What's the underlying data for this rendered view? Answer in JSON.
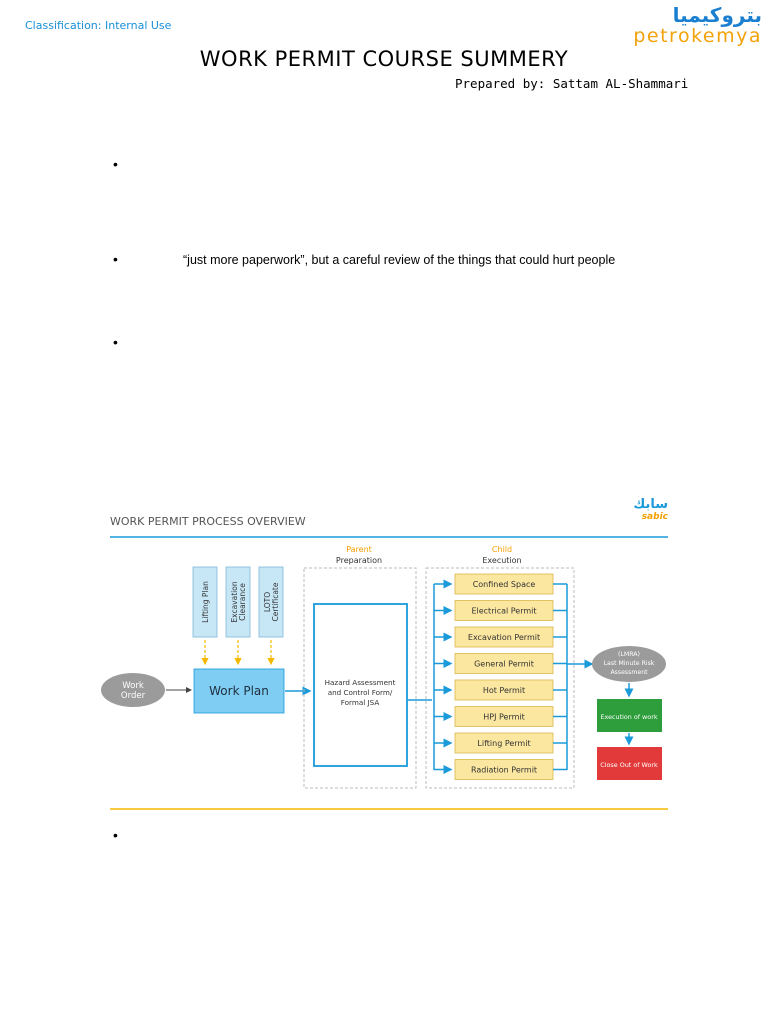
{
  "header": {
    "classification": "Classification: Internal Use",
    "logo_arabic": "بتروكيميا",
    "logo_latin": "petrokemya"
  },
  "document": {
    "title": "WORK PERMIT COURSE SUMMERY",
    "prepared_by": "Prepared by: Sattam AL-Shammari",
    "bullet_symbol": "•",
    "bullets": [
      {
        "text": ""
      },
      {
        "text": "“just more paperwork”, but a careful review of the things that could hurt people"
      },
      {
        "text": ""
      },
      {
        "text": ""
      }
    ]
  },
  "diagram": {
    "title": "WORK PERMIT PROCESS OVERVIEW",
    "sabic_arabic": "سابك",
    "sabic_latin": "sabic",
    "colors": {
      "blue": "#1a9ad9",
      "yellow": "#f5b800",
      "permit_fill": "#fbe7a0",
      "cert_fill": "#c7e7f7",
      "green": "#2e9e3c",
      "red": "#e23a3a",
      "grey": "#9b9b9b"
    },
    "certificates": [
      {
        "lines": [
          "Lifting Plan"
        ]
      },
      {
        "lines": [
          "Excavation",
          "Clearance"
        ]
      },
      {
        "lines": [
          "LOTO",
          "Certificate"
        ]
      }
    ],
    "work_order": [
      "Work",
      "Order"
    ],
    "work_plan": "Work Plan",
    "parent_label": "Parent",
    "parent_sub": "Preparation",
    "child_label": "Child",
    "child_sub": "Execution",
    "hazard_box": [
      "Hazard Assessment",
      "and Control Form/",
      "Formal JSA"
    ],
    "permits": [
      "Confined Space",
      "Electrical Permit",
      "Excavation Permit",
      "General Permit",
      "Hot Permit",
      "HPJ Permit",
      "Lifting Permit",
      "Radiation Permit"
    ],
    "lmra": [
      "(LMRA)",
      "Last Minute Risk",
      "Assessment"
    ],
    "execution": "Execution of work",
    "close_out": "Close Out of Work"
  }
}
